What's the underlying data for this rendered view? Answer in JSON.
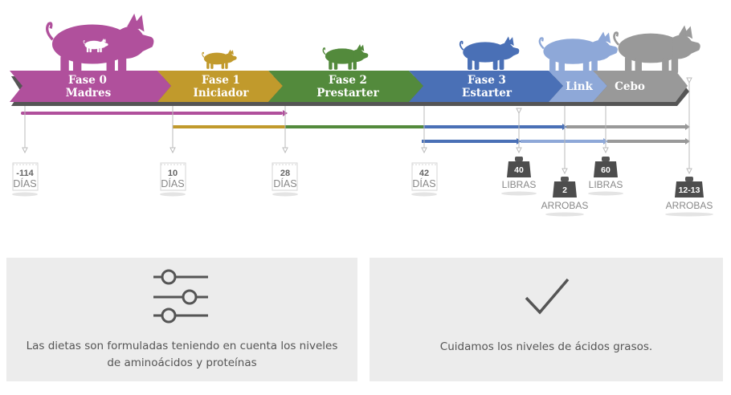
{
  "phases": [
    {
      "title": "Fase 0",
      "subtitle": "Madres",
      "color": "#b0509c"
    },
    {
      "title": "Fase 1",
      "subtitle": "Iniciador",
      "color": "#c19a2c"
    },
    {
      "title": "Fase 2",
      "subtitle": "Prestarter",
      "color": "#538a3c"
    },
    {
      "title": "Fase 3",
      "subtitle": "Estarter",
      "color": "#4a70b6"
    },
    {
      "title": "",
      "subtitle": "Link",
      "color": "#8ea8d8"
    },
    {
      "title": "",
      "subtitle": "Cebo",
      "color": "#999999"
    }
  ],
  "milestones": [
    {
      "value": "-114",
      "unit": "DÍAS",
      "kind": "calendar"
    },
    {
      "value": "10",
      "unit": "DÍAS",
      "kind": "calendar"
    },
    {
      "value": "28",
      "unit": "DÍAS",
      "kind": "calendar"
    },
    {
      "value": "42",
      "unit": "DÍAS",
      "kind": "calendar"
    },
    {
      "value": "40",
      "unit": "LIBRAS",
      "kind": "weight"
    },
    {
      "value": "2",
      "unit": "ARROBAS",
      "kind": "weight"
    },
    {
      "value": "60",
      "unit": "LIBRAS",
      "kind": "weight"
    },
    {
      "value": "12-13",
      "unit": "ARROBAS",
      "kind": "weight"
    }
  ],
  "cards": {
    "left": {
      "icon": "sliders-icon",
      "line1": "Las dietas son formuladas teniendo en cuenta los niveles",
      "line2": "de aminoácidos y proteínas"
    },
    "right": {
      "icon": "checkmark-icon",
      "line1": "Cuidamos los niveles de ácidos grasos."
    }
  }
}
